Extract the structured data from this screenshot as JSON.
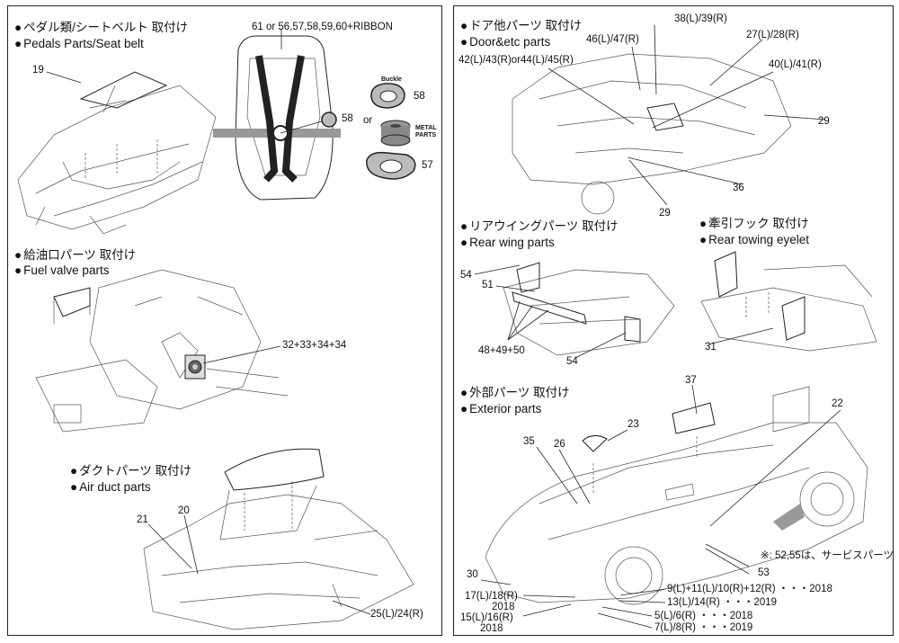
{
  "left": {
    "pedals": {
      "title_jp": "ペダル類/シートベルト 取付け",
      "title_en": "Pedals Parts/Seat belt"
    },
    "fuel": {
      "title_jp": "給油口パーツ 取付け",
      "title_en": "Fuel valve parts"
    },
    "duct": {
      "title_jp": "ダクトパーツ 取付け",
      "title_en": "Air duct parts"
    },
    "labels": {
      "p19": "19",
      "belt": "61 or 56,57,58,59,60+RIBBON",
      "buckle": "Buckle",
      "p58a": "58",
      "p58b": "58",
      "or": "or",
      "metal1": "METAL",
      "metal2": "PARTS",
      "p57": "57",
      "p32": "32+33+34+34",
      "p20": "20",
      "p21": "21",
      "p25": "25(L)/24(R)"
    }
  },
  "right": {
    "door": {
      "title_jp": "ドア他パーツ 取付け",
      "title_en": "Door&etc parts"
    },
    "wing": {
      "title_jp": "リアウイングパーツ 取付け",
      "title_en": "Rear wing parts"
    },
    "tow": {
      "title_jp": "牽引フック 取付け",
      "title_en": "Rear towing eyelet"
    },
    "ext": {
      "title_jp": "外部パーツ 取付け",
      "title_en": "Exterior parts"
    },
    "labels": {
      "p38": "38(L)/39(R)",
      "p46": "46(L)/47(R)",
      "p27": "27(L)/28(R)",
      "p42": "42(L)/43(R)or44(L)/45(R)",
      "p40": "40(L)/41(R)",
      "p29a": "29",
      "p36": "36",
      "p29b": "29",
      "p54a": "54",
      "p51": "51",
      "p48": "48+49+50",
      "p54b": "54",
      "p31": "31",
      "p37": "37",
      "p22": "22",
      "p23": "23",
      "p35": "35",
      "p26": "26",
      "note": "※: 52,55は、サービスパーツ",
      "p53": "53",
      "p30": "30",
      "p17": "17(L)/18(R)",
      "y17": "2018",
      "p15": "15(L)/16(R)",
      "y15": "2018",
      "p9": "9(L)+11(L)/10(R)+12(R) ・・・2018",
      "p13": "13(L)/14(R) ・・・2019",
      "p5": "5(L)/6(R) ・・・2018",
      "p7": "7(L)/8(R) ・・・2019"
    }
  }
}
